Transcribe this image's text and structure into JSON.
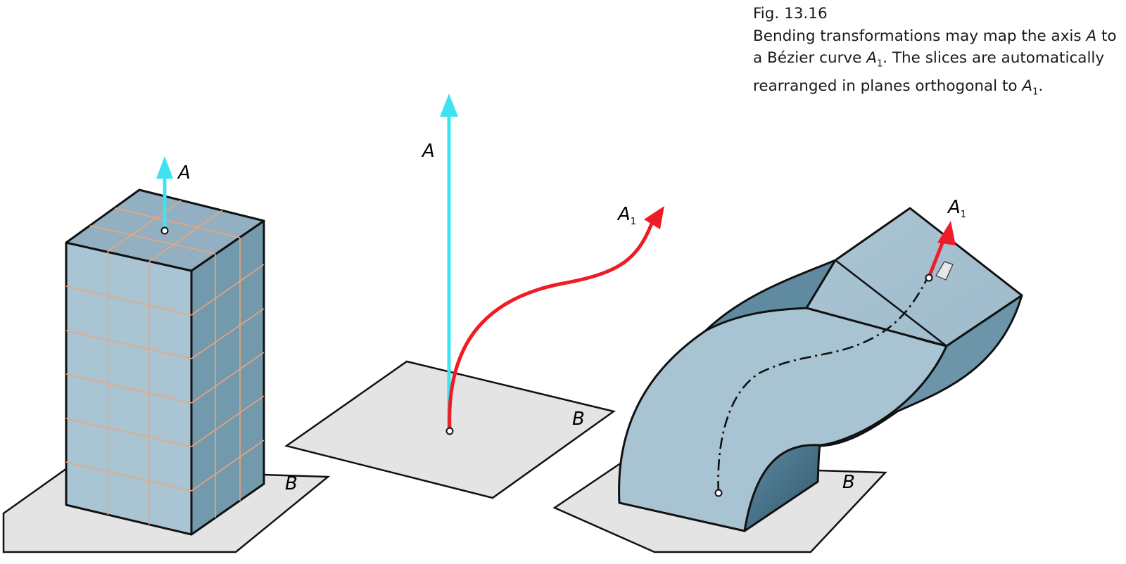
{
  "caption": {
    "figure_number": "Fig. 13.16",
    "text_1": "Bending transformations may map the axis ",
    "axis": "A",
    "text_2": " to a Bézier curve ",
    "curve": "A",
    "curve_sub": "1",
    "text_3": ". The slices are automatically rearranged in planes orthogonal to ",
    "curve2": "A",
    "curve2_sub": "1",
    "text_4": "."
  },
  "labels": {
    "box_axis": "A",
    "box_plane": "B",
    "mid_axis": "A",
    "mid_curve": "A",
    "mid_curve_sub": "1",
    "mid_plane": "B",
    "bent_curve": "A",
    "bent_curve_sub": "1",
    "bent_plane": "B"
  },
  "colors": {
    "axis": "#3ee3f0",
    "curve": "#ee1c25",
    "plane": "#e4e4e4",
    "solid_top": "#93afc2",
    "solid_front": "#a9c4d3",
    "solid_side": "#7299ac",
    "grid": "#f0a478",
    "outline": "#111111"
  }
}
